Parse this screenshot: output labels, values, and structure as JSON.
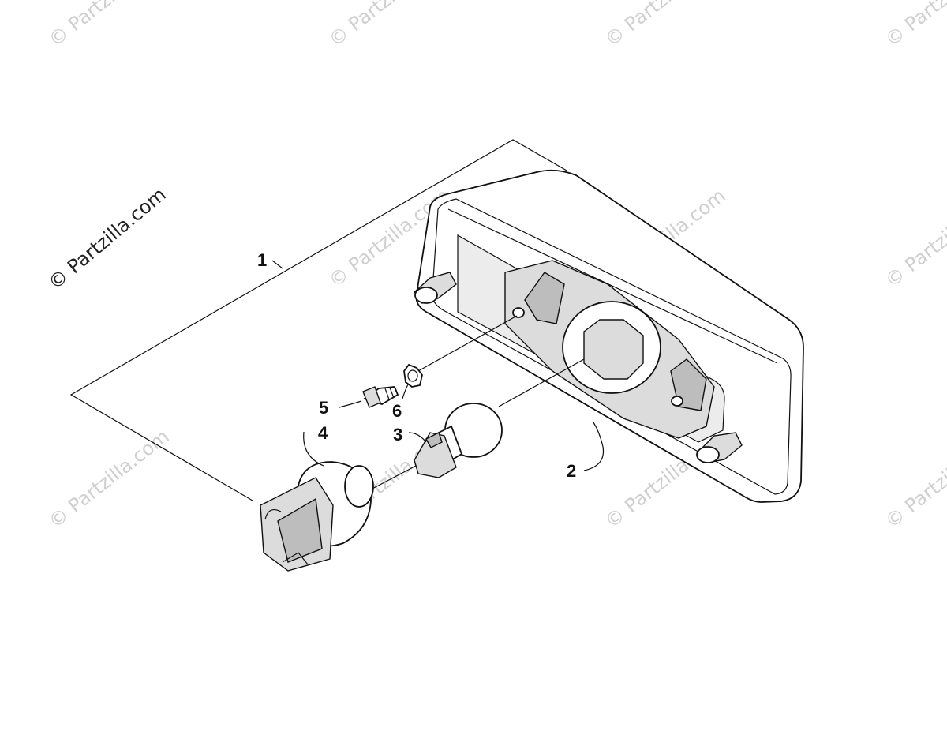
{
  "watermark": {
    "main_text": "© Partzilla.com",
    "faint_text": "© Partzilla.com"
  },
  "callouts": [
    {
      "id": "1",
      "label": "1"
    },
    {
      "id": "2",
      "label": "2"
    },
    {
      "id": "3",
      "label": "3"
    },
    {
      "id": "4",
      "label": "4"
    },
    {
      "id": "5",
      "label": "5"
    },
    {
      "id": "6",
      "label": "6"
    }
  ]
}
